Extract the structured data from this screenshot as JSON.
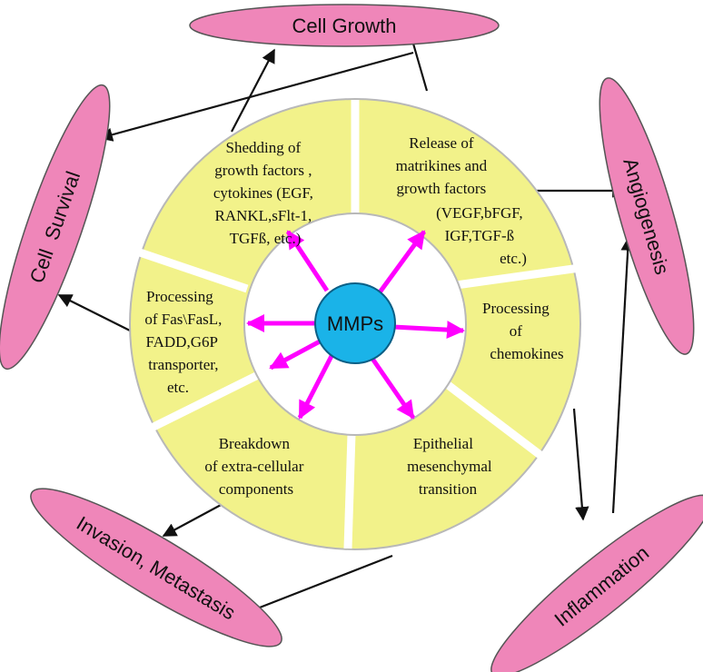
{
  "center": {
    "label": "MMPs"
  },
  "segments": [
    {
      "id": "shedding",
      "lines": [
        "Shedding of",
        "growth factors ,",
        "cytokines (EGF,",
        "RANKL,sFlt-1,",
        "TGFß, etc.)"
      ]
    },
    {
      "id": "release",
      "lines": [
        "Release of",
        "matrikines and",
        "growth factors",
        "(VEGF,bFGF,",
        "IGF,TGF-ß",
        "etc.)"
      ]
    },
    {
      "id": "chemokines",
      "lines": [
        "Processing",
        "of",
        "chemokines"
      ]
    },
    {
      "id": "emt",
      "lines": [
        "Epithelial",
        "mesenchymal",
        "transition"
      ]
    },
    {
      "id": "breakdown",
      "lines": [
        "Breakdown",
        "of extra-cellular",
        "components"
      ]
    },
    {
      "id": "fas",
      "lines": [
        "Processing",
        "of Fas\\FasL,",
        "FADD,G6P",
        "transporter,",
        "etc."
      ]
    }
  ],
  "outcomes": [
    {
      "id": "cell-growth",
      "label": "Cell Growth"
    },
    {
      "id": "angiogenesis",
      "label": "Angiogenesis"
    },
    {
      "id": "inflammation",
      "label": "Inflammation"
    },
    {
      "id": "invasion",
      "label": "Invasion, Metastasis"
    },
    {
      "id": "cell-survival",
      "label": "Cell  Survival"
    }
  ],
  "colors": {
    "segment_fill": "#f2f28a",
    "segment_stroke": "#b8b8b8",
    "separator": "#ffffff",
    "inner_ring": "#ffffff",
    "center_fill": "#1ab3e8",
    "center_stroke": "#0a5f86",
    "oval_fill": "#ef86b9",
    "oval_stroke": "#555555",
    "magenta_arrow": "#ff00ff",
    "black_arrow": "#111111"
  }
}
